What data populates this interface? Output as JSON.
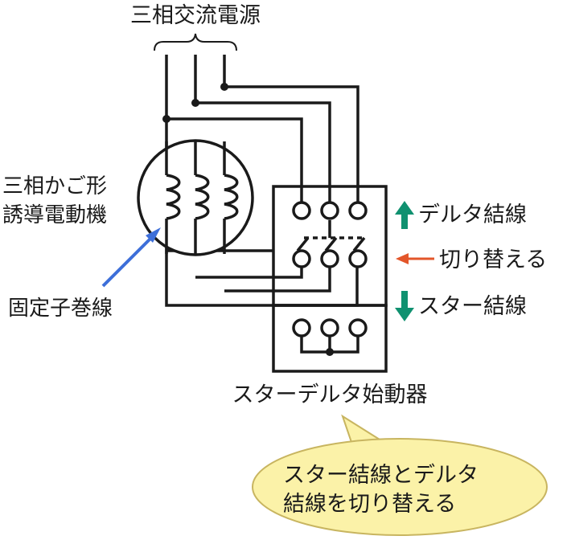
{
  "labels": {
    "power_source": "三相交流電源",
    "motor_line1": "三相かご形",
    "motor_line2": "誘導電動機",
    "stator_winding": "固定子巻線",
    "delta_connection": "デルタ結線",
    "switch_over": "切り替える",
    "star_connection": "スター結線",
    "starter": "スターデルタ始動器",
    "callout_line1": "スター結線とデルタ",
    "callout_line2": "結線を切り替える"
  },
  "colors": {
    "wire": "#1a1a1a",
    "delta_arrow": "#109170",
    "star_arrow": "#109170",
    "switch_arrow": "#e3562a",
    "stator_arrow": "#3d6fd9",
    "callout_fill": "#fbf2a8",
    "callout_stroke": "#c8b560"
  },
  "icons": {
    "delta_arrow": "arrow-up-icon",
    "star_arrow": "arrow-down-icon",
    "switch_arrow": "arrow-left-icon",
    "stator_arrow": "arrow-up-right-icon"
  }
}
